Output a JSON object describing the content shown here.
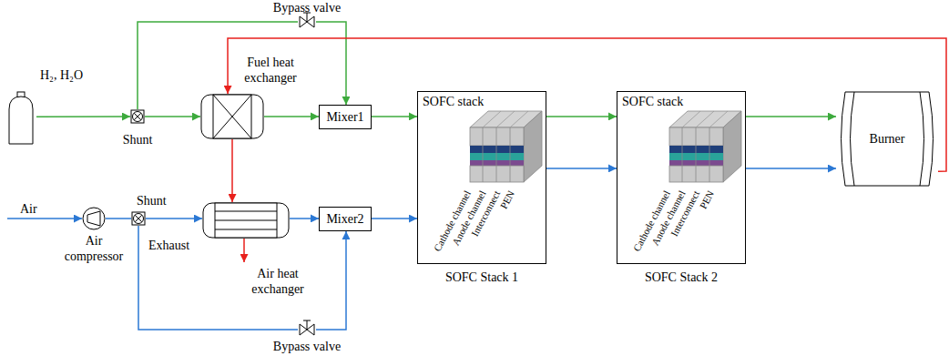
{
  "diagram": {
    "nodes": [
      {
        "text": [
          "Bypass valve"
        ]
      },
      {
        "text": [
          "H₂, H₂O"
        ]
      },
      {
        "text": [
          "Shunt"
        ]
      },
      {
        "text": [
          "Fuel heat exchanger"
        ]
      },
      {
        "text": [
          "Mixer1"
        ]
      },
      {
        "text": [
          "SOFC stack",
          "SOFC Stack 1"
        ]
      },
      {
        "text": [
          "SOFC stack",
          "SOFC Stack 2"
        ]
      },
      {
        "text": [
          "Burner"
        ]
      },
      {
        "text": [
          "Air compressor"
        ]
      },
      {
        "text": [
          "Shunt"
        ]
      },
      {
        "text": [
          "Air heat exchanger"
        ]
      },
      {
        "text": [
          "Mixer2"
        ]
      },
      {
        "text": [
          "Bypass valve"
        ]
      }
    ],
    "edges": [
      {
        "from": 1,
        "to": 2,
        "arrow": "to"
      },
      {
        "from": 2,
        "to": 3,
        "arrow": "to"
      },
      {
        "from": 2,
        "to": 0,
        "arrow": "none"
      },
      {
        "from": 0,
        "to": 4,
        "arrow": "to"
      },
      {
        "from": 3,
        "to": 4,
        "arrow": "to"
      },
      {
        "from": 4,
        "to": 5,
        "arrow": "to"
      },
      {
        "from": 5,
        "to": 6,
        "arrow": "to"
      },
      {
        "from": 5,
        "to": 6,
        "arrow": "to"
      },
      {
        "from": 6,
        "to": 7,
        "arrow": "to"
      },
      {
        "from": 6,
        "to": 7,
        "arrow": "to"
      },
      {
        "from": 7,
        "to": 3,
        "arrow": "to"
      },
      {
        "from": 3,
        "to": 10,
        "arrow": "to"
      },
      {
        "from": 8,
        "to": 9,
        "arrow": "none"
      },
      {
        "from": 9,
        "to": 10,
        "arrow": "to"
      },
      {
        "from": 9,
        "to": 12,
        "arrow": "none"
      },
      {
        "from": 12,
        "to": 11,
        "arrow": "to"
      },
      {
        "from": 10,
        "to": 11,
        "arrow": "to"
      },
      {
        "from": 11,
        "to": 5,
        "arrow": "to"
      }
    ],
    "labels": [
      "Air",
      "Exhaust",
      "Cathode channel",
      "Anode channel",
      "Interconnect",
      "PEN",
      "Cathode channel",
      "Anode channel",
      "Interconnect",
      "PEN"
    ]
  }
}
